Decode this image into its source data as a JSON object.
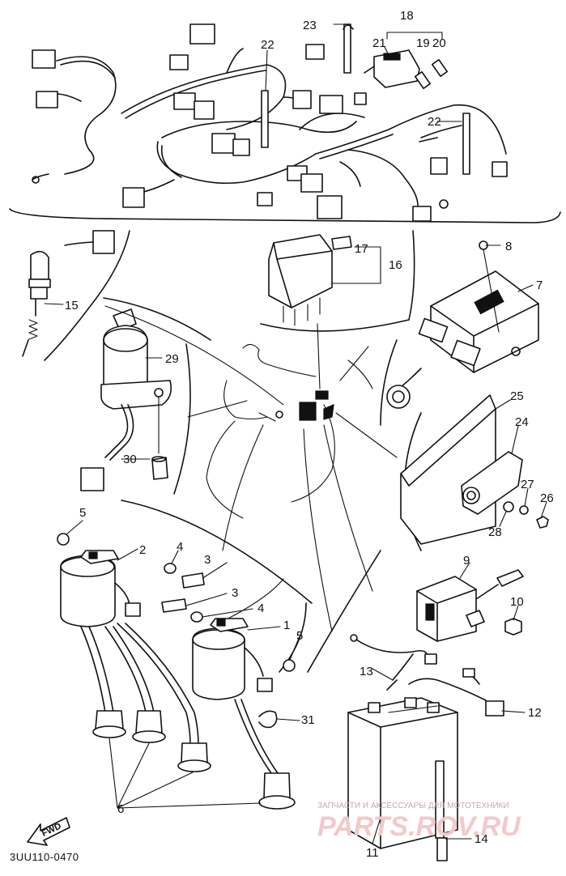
{
  "diagram": {
    "drawing_code": "3UU110-0470",
    "fwd_label": "FWD",
    "callouts": {
      "c1": "1",
      "c2": "2",
      "c3a": "3",
      "c3b": "3",
      "c4a": "4",
      "c4b": "4",
      "c5a": "5",
      "c5b": "5",
      "c6": "6",
      "c7": "7",
      "c8": "8",
      "c9": "9",
      "c10": "10",
      "c11": "11",
      "c12": "12",
      "c13": "13",
      "c14": "14",
      "c15": "15",
      "c16": "16",
      "c17": "17",
      "c18": "18",
      "c19": "19",
      "c20": "20",
      "c21": "21",
      "c22a": "22",
      "c22b": "22",
      "c23": "23",
      "c24": "24",
      "c25": "25",
      "c26": "26",
      "c27": "27",
      "c28": "28",
      "c29": "29",
      "c30": "30",
      "c31": "31"
    }
  },
  "watermark": {
    "line1": "ЗАПЧАСТИ И АКСЕССУАРЫ ДЛЯ МОТОТЕХНИКИ",
    "line2": "PARTS.ROV.RU"
  }
}
